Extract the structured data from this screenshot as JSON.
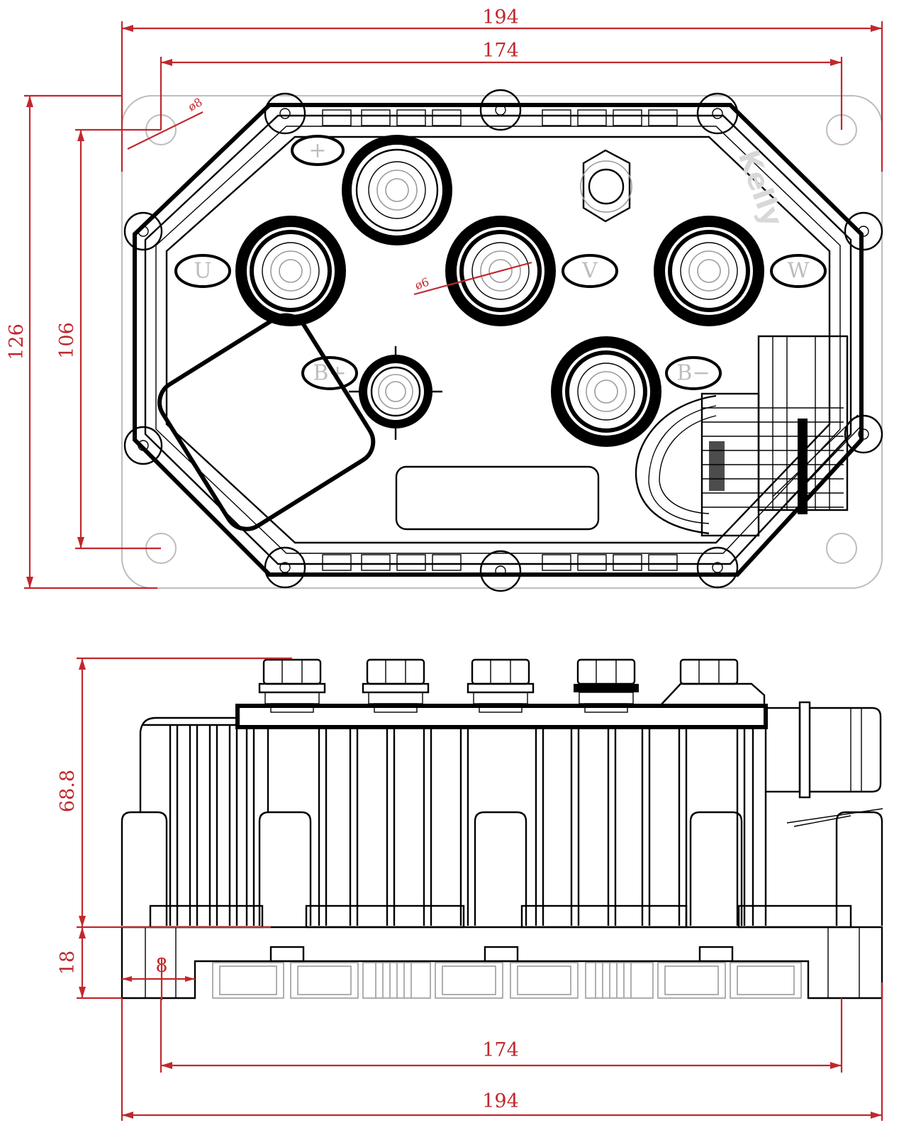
{
  "colors": {
    "dimension": "#c0282d",
    "line": "#000000",
    "hidden": "#9b9b9b"
  },
  "top_view": {
    "dims": {
      "overall_width": "194",
      "hole_spacing_x": "174",
      "overall_height": "126",
      "hole_spacing_y": "106",
      "hole_diameter": "ø8",
      "terminal_hole_diameter": "ø6"
    },
    "terminal_labels": {
      "plus": "+",
      "u": "U",
      "v": "V",
      "w": "W",
      "b_plus": "B+",
      "b_minus": "B−"
    },
    "brand": "Kelly"
  },
  "side_view": {
    "dims": {
      "body_height": "68.8",
      "base_height": "18",
      "flange": "8",
      "hole_spacing_x": "174",
      "overall_width": "194"
    }
  }
}
